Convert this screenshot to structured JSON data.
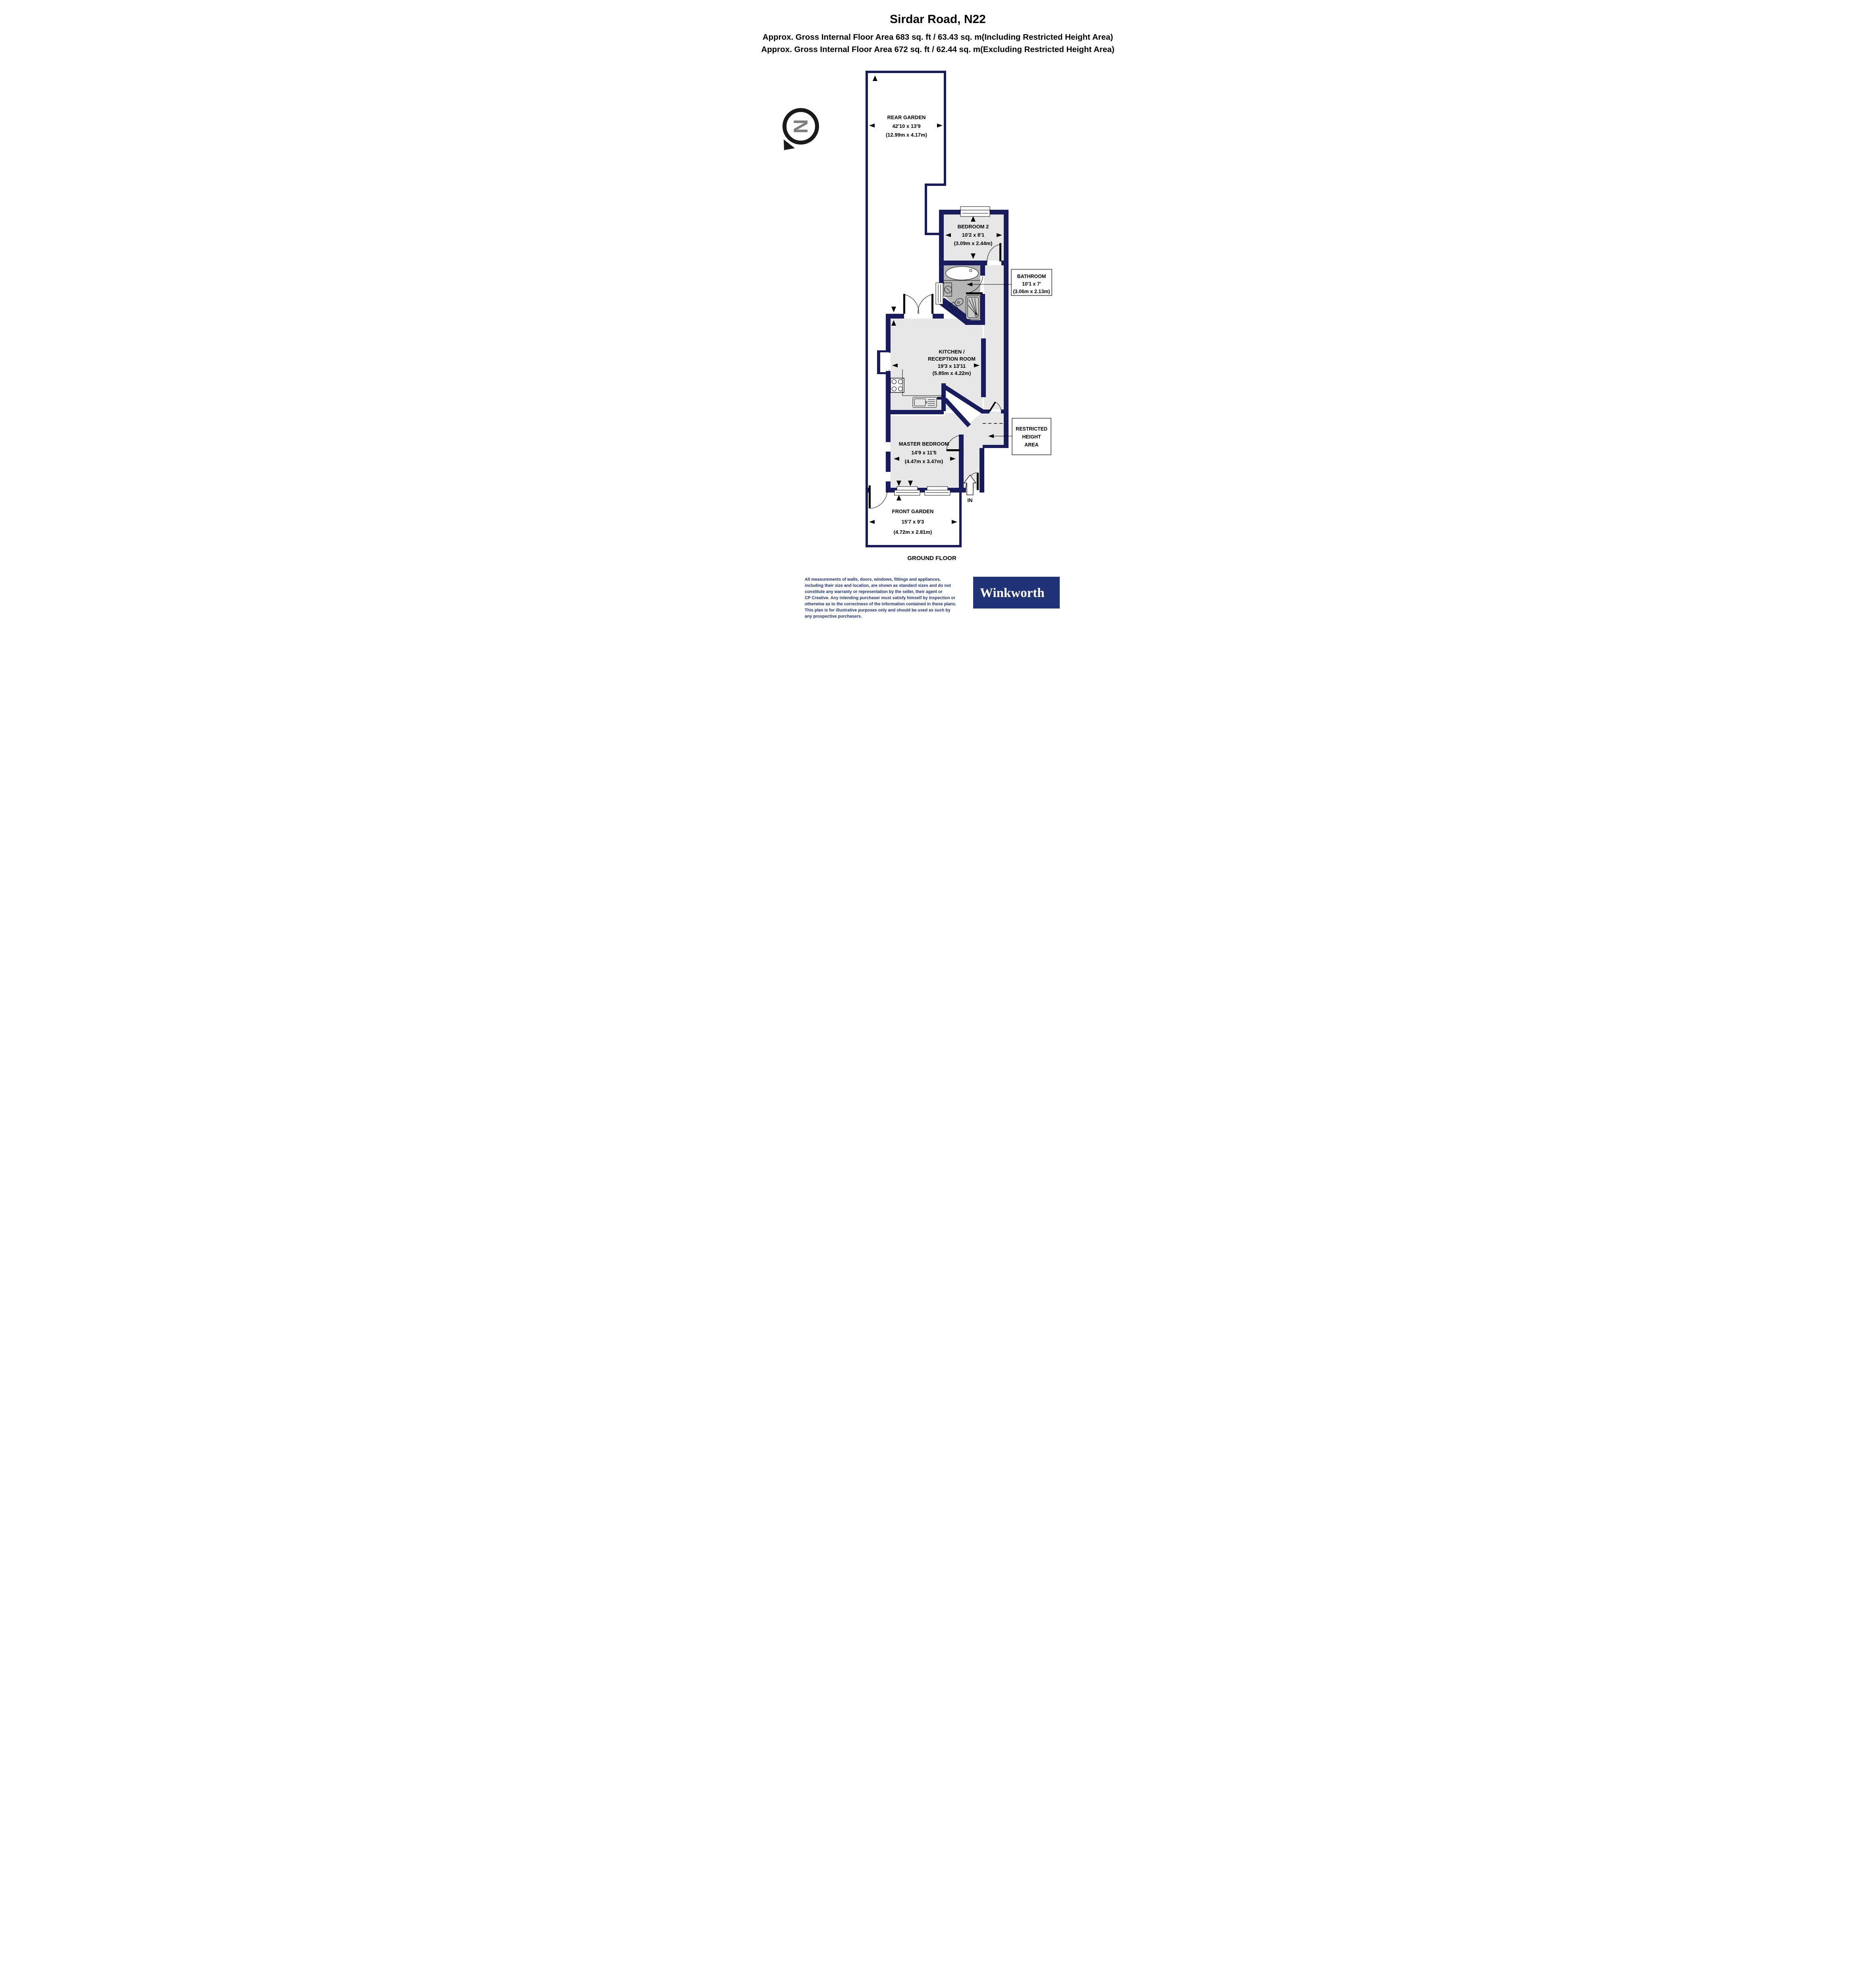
{
  "header": {
    "title": "Sirdar Road, N22",
    "subtitle1": "Approx. Gross Internal Floor Area 683 sq. ft / 63.43 sq. m(Including Restricted Height Area)",
    "subtitle2": "Approx. Gross Internal Floor Area 672 sq. ft / 62.44 sq. m(Excluding Restricted Height Area)"
  },
  "compass": {
    "letter": "N"
  },
  "rooms": {
    "rear_garden": {
      "name": "REAR GARDEN",
      "imperial": "42'10 x 13'9",
      "metric": "(12.99m x 4.17m)"
    },
    "bedroom2": {
      "name": "BEDROOM 2",
      "imperial": "10'2 x 8'1",
      "metric": "(3.09m x 2.44m)"
    },
    "bathroom": {
      "name": "BATHROOM",
      "imperial": "10'1 x 7'",
      "metric": "(3.06m x 2.13m)"
    },
    "kitchen": {
      "name_line1": "KITCHEN /",
      "name_line2": "RECEPTION ROOM",
      "imperial": "19'3 x 13'11",
      "metric": "(5.85m x 4.22m)"
    },
    "restricted": {
      "line1": "RESTRICTED",
      "line2": "HEIGHT",
      "line3": "AREA"
    },
    "master": {
      "name": "MASTER BEDROOM",
      "imperial": "14'9 x 11'5",
      "metric": "(4.47m x 3.47m)"
    },
    "front_garden": {
      "name": "FRONT GARDEN",
      "imperial": "15'7 x 9'3",
      "metric": "(4.72m x 2.81m)"
    },
    "entrance": {
      "label": "IN"
    }
  },
  "floor_label": "GROUND FLOOR",
  "footer": {
    "disclaimer_lines": [
      "All measurements of walls, doors, windows, fittings and appliances,",
      "including their size and location, are shown as standard sizes and do not",
      "constitute any warranty or representation by the seller, their agent or",
      "CP Creative. Any intending purchaser must satisfy himself by inspection or",
      "otherwise as to the correctness of the information contained in these plans.",
      "This plan is for illustrative purposes only and should be used as such by",
      "any prospective purchasers."
    ],
    "logo_text": "Winkworth"
  },
  "colors": {
    "wall_navy": "#191c5c",
    "logo_navy": "#203377",
    "room_gray": "#e7e7e7",
    "bath_gray": "#b5b5b5",
    "shower_gray": "#c9c9c9",
    "compass_gray": "#7d7d7d"
  }
}
